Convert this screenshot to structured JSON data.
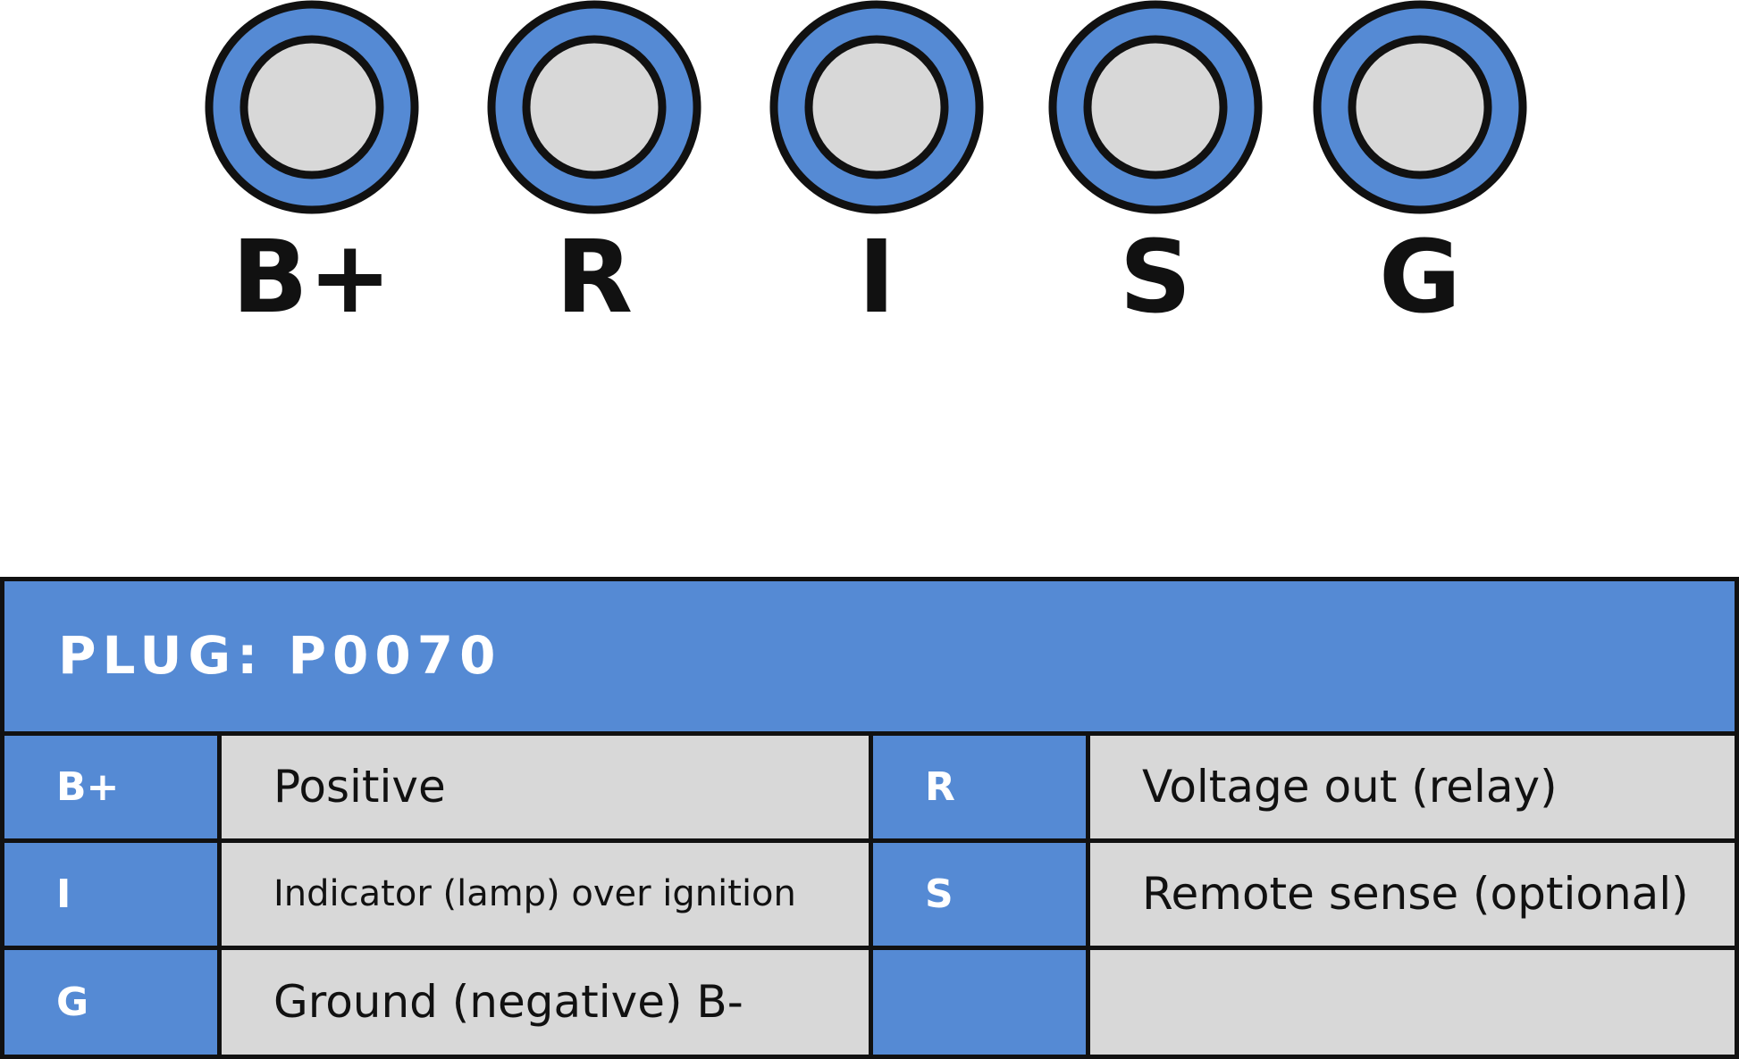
{
  "pins": [
    {
      "label": "B+"
    },
    {
      "label": "R"
    },
    {
      "label": "I"
    },
    {
      "label": "S"
    },
    {
      "label": "G"
    }
  ],
  "colors": {
    "accent": "#558ad4",
    "pin_face": "#d8d8d8",
    "outline": "#111111",
    "cell_bg": "#d8d8d8"
  },
  "table": {
    "title": "PLUG: P0070",
    "rows": [
      {
        "left": {
          "code": "B+",
          "desc": "Positive"
        },
        "right": {
          "code": "R",
          "desc": "Voltage out (relay)"
        }
      },
      {
        "left": {
          "code": "I",
          "desc": "Indicator (lamp) over ignition"
        },
        "right": {
          "code": "S",
          "desc": "Remote sense (optional)"
        }
      },
      {
        "left": {
          "code": "G",
          "desc": "Ground (negative) B-"
        },
        "right": {
          "code": "",
          "desc": ""
        }
      }
    ]
  }
}
